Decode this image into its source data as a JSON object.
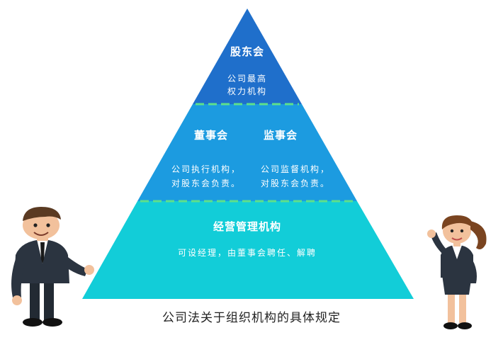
{
  "pyramid": {
    "top": {
      "title": "股东会",
      "desc_line1": "公司最高",
      "desc_line2": "权力机构"
    },
    "middle": {
      "left_title": "董事会",
      "left_desc_line1": "公司执行机构，",
      "left_desc_line2": "对股东会负责。",
      "right_title": "监事会",
      "right_desc_line1": "公司监督机构，",
      "right_desc_line2": "对股东会负责。"
    },
    "bottom": {
      "title": "经营管理机构",
      "desc": "可设经理，由董事会聘任、解聘"
    }
  },
  "caption": "公司法关于组织机构的具体规定",
  "colors": {
    "top": "#1f6fcb",
    "middle": "#1c9be0",
    "bottom": "#12cdd8",
    "divider": "#5ee08a"
  },
  "icons": [
    "businessman-illustration",
    "businesswoman-illustration"
  ]
}
